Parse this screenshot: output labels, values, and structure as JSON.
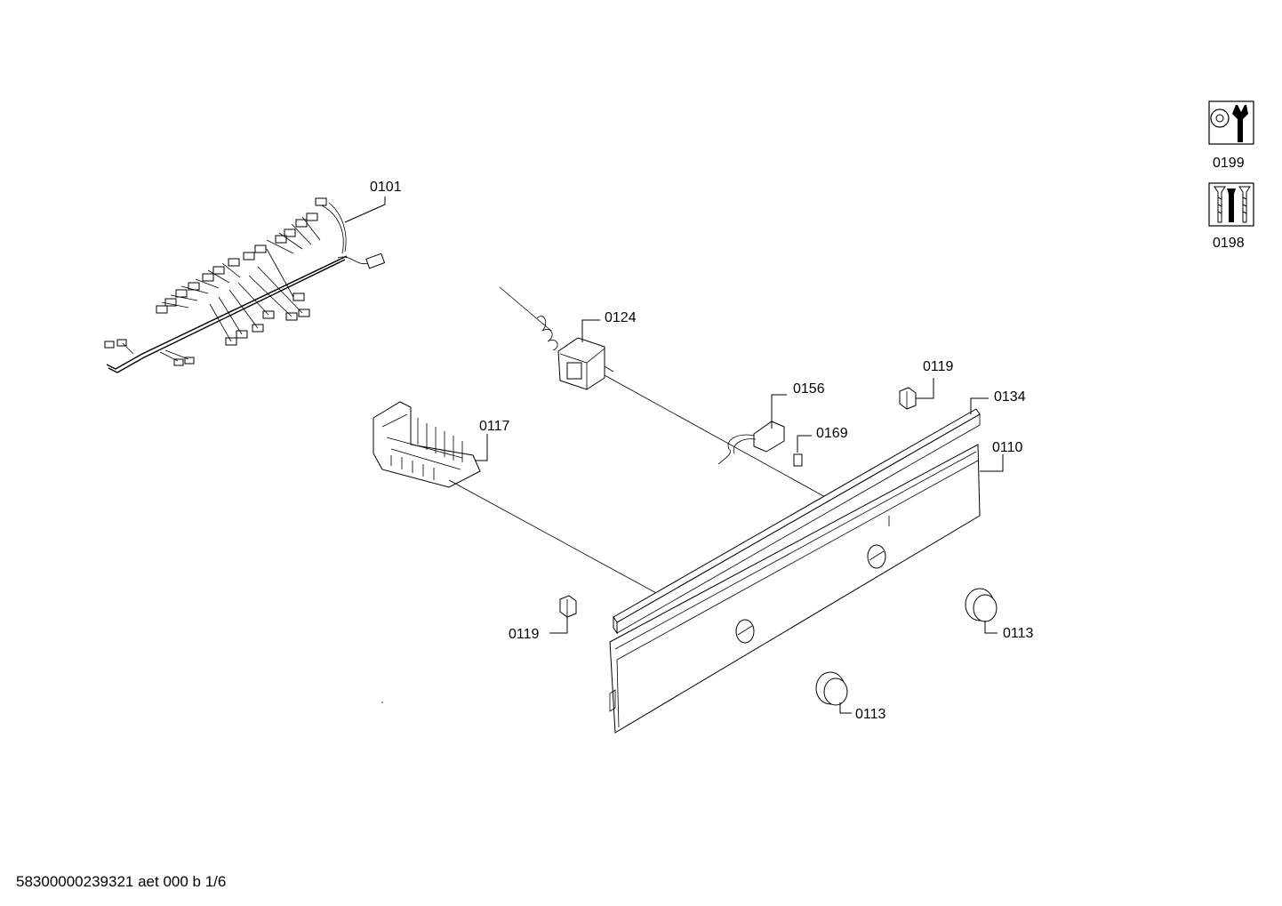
{
  "labels": {
    "p0101": "0101",
    "p0124": "0124",
    "p0117": "0117",
    "p0156": "0156",
    "p0169": "0169",
    "p0119_top": "0119",
    "p0134": "0134",
    "p0110": "0110",
    "p0119_bottom": "0119",
    "p0113_right": "0113",
    "p0113_bottom": "0113"
  },
  "legend": {
    "tool_label": "0199",
    "screws_label": "0198",
    "tool_icon": "wrench-icon",
    "screws_icon": "screws-icon"
  },
  "footer": {
    "doc_code": "58300000239321 aet 000 b 1/6"
  }
}
